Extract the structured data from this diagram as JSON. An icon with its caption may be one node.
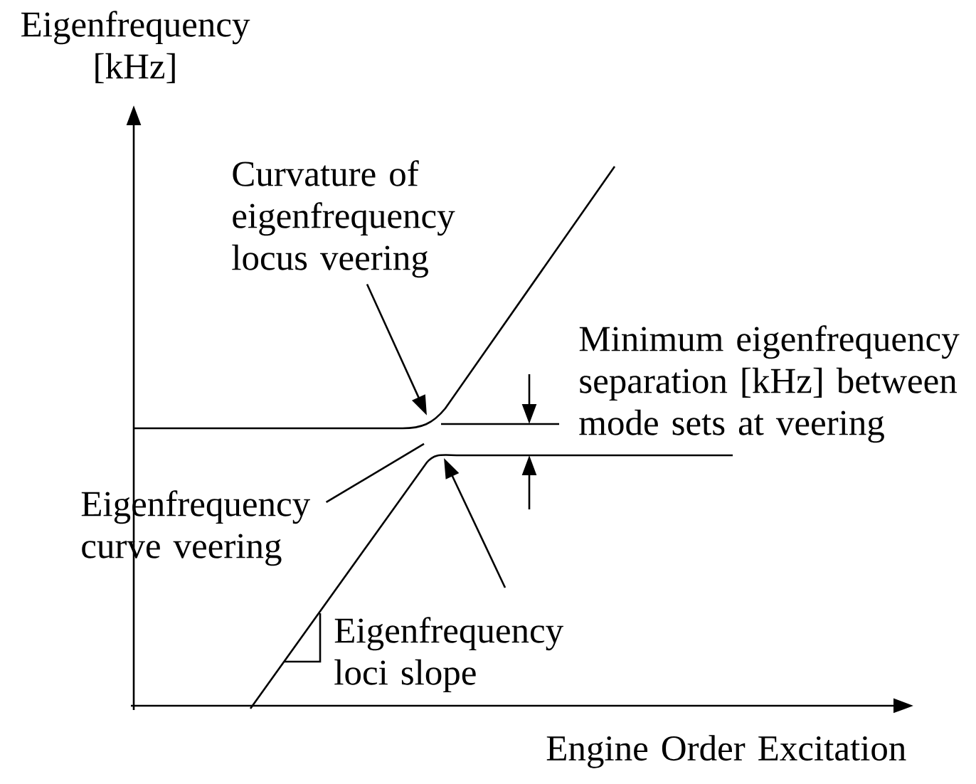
{
  "diagram": {
    "nodes": [
      {
        "text": [
          "Curvature of eigenfrequency locus veering"
        ]
      },
      {
        "text": [
          "Eigenfrequency curve veering"
        ]
      },
      {
        "text": [
          "Eigenfrequency loci slope"
        ]
      }
    ],
    "edges": [
      {
        "from": 0,
        "to": null,
        "arrow": "to"
      },
      {
        "from": 1,
        "to": null,
        "arrow": "none"
      },
      {
        "from": 2,
        "to": null,
        "arrow": "to"
      }
    ],
    "labels": [
      "Eigenfrequency [kHz]",
      "Minimum eigenfrequency separation [kHz] between mode sets at veering",
      "Engine Order Excitation"
    ]
  }
}
